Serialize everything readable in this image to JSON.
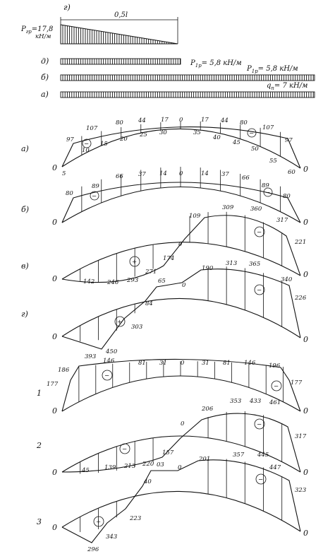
{
  "loads": {
    "g_label": "г)",
    "g_width": "0,5l",
    "g_value": "P",
    "g_value_sub": "гр",
    "g_value_amount": "=17,8",
    "g_value_unit": "кН/м",
    "d_label": "д)",
    "d_value": "P",
    "d_value_sub": "1р",
    "d_value_amount": "= 5,8 кН/м",
    "b_label": "б)",
    "b_value": "P",
    "b_value_sub": "1р",
    "b_value_amount": "= 5,8 кН/м",
    "a_label": "а)",
    "a_value": "q",
    "a_value_sub": "п",
    "a_value_amount": "= 7 кН/м"
  },
  "diagrams": [
    {
      "label": "а)",
      "top_values": [
        "97",
        "107",
        "80",
        "44",
        "17",
        "0",
        "17",
        "44",
        "80",
        "107",
        "97"
      ],
      "bottom_values": [
        "5",
        "10",
        "15",
        "20",
        "25",
        "30",
        "35",
        "40",
        "45",
        "50",
        "55",
        "60"
      ],
      "signs": [
        "−",
        "−"
      ],
      "support_left": "0",
      "support_right": "0"
    },
    {
      "label": "б)",
      "top_values": [
        "80",
        "89",
        "66",
        "37",
        "14",
        "0",
        "14",
        "37",
        "66",
        "89",
        "80"
      ],
      "signs": [
        "−",
        "−"
      ],
      "support_left": "0",
      "support_right": "0"
    },
    {
      "label": "в)",
      "top_values": [
        "109",
        "309",
        "360",
        "317",
        "221"
      ],
      "bottom_values": [
        "142",
        "246",
        "293",
        "271",
        "174",
        "0"
      ],
      "signs": [
        "+",
        "−"
      ],
      "support_left": "0",
      "support_right": "0"
    },
    {
      "label": "г)",
      "top_values": [
        "65",
        "0",
        "190",
        "313",
        "365",
        "340",
        "226"
      ],
      "bottom_values": [
        "84",
        "303",
        "450"
      ],
      "signs": [
        "+",
        "−"
      ],
      "support_left": "0",
      "support_right": "0"
    },
    {
      "label": "1",
      "top_values": [
        "177",
        "186",
        "393",
        "146",
        "81",
        "31",
        "0",
        "31",
        "81",
        "146",
        "196",
        "177"
      ],
      "signs": [
        "−",
        "−"
      ],
      "support_left": "0",
      "support_right": "0"
    },
    {
      "label": "2",
      "top_values": [
        "206",
        "353",
        "433",
        "461",
        "317"
      ],
      "bottom_values": [
        "45",
        "139",
        "213",
        "220",
        "157",
        "0"
      ],
      "signs": [
        "−",
        "−"
      ],
      "support_left": "0",
      "support_right": "0"
    },
    {
      "label": "3",
      "top_values": [
        "40",
        "03",
        "0",
        "201",
        "357",
        "445",
        "447",
        "323"
      ],
      "bottom_values": [
        "296",
        "343",
        "223"
      ],
      "signs": [
        "+",
        "−"
      ],
      "support_left": "0",
      "support_right": "0"
    }
  ]
}
